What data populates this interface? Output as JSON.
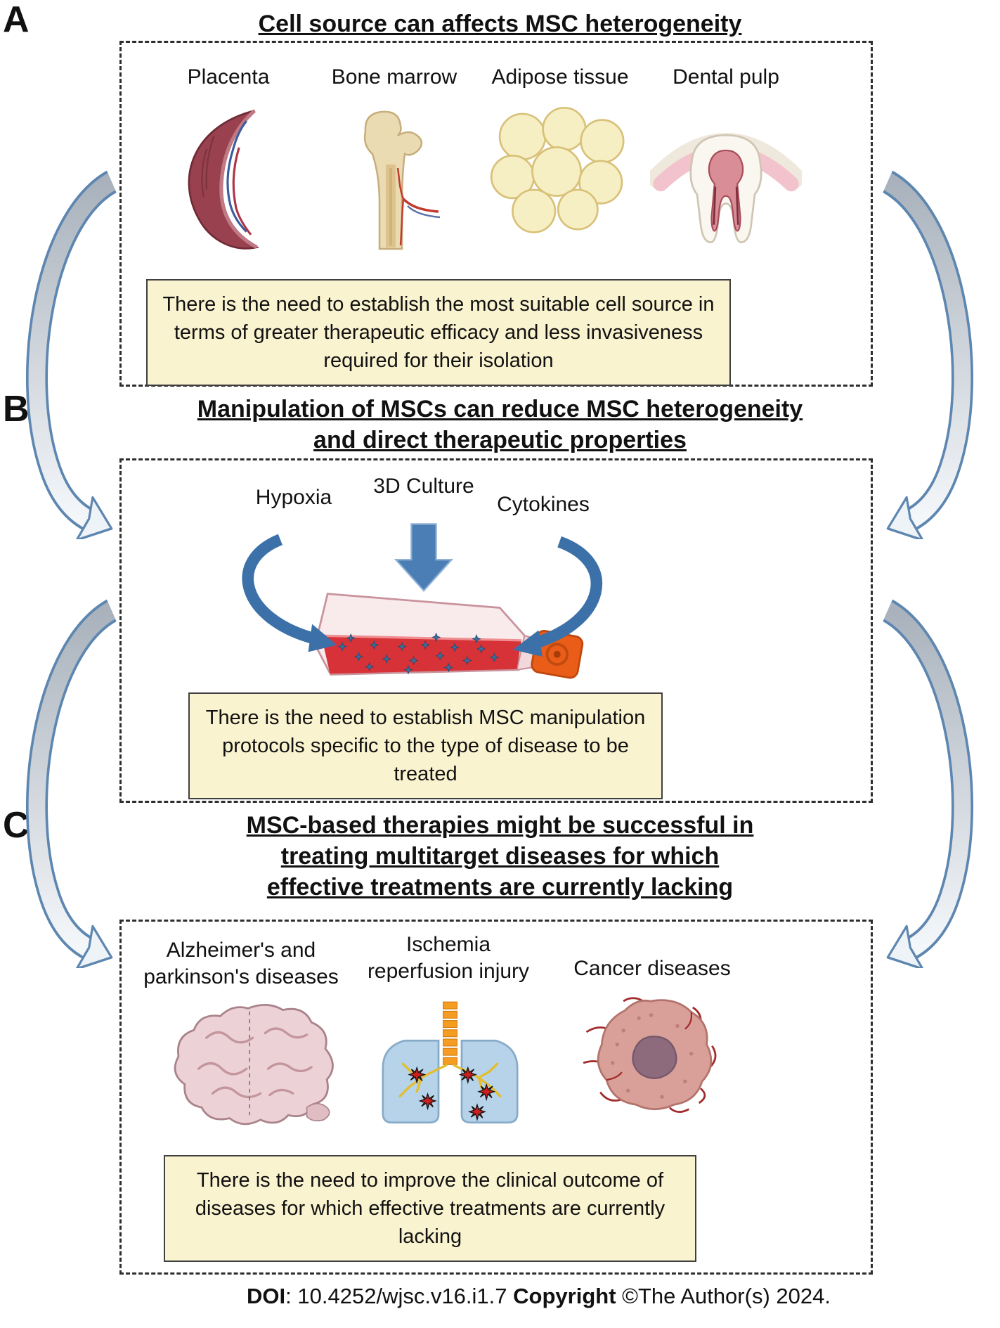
{
  "panels": {
    "a": {
      "letter": "A",
      "title_lines": [
        "Cell source can affects MSC heterogeneity"
      ],
      "sources": [
        "Placenta",
        "Bone marrow",
        "Adipose tissue",
        "Dental pulp"
      ],
      "note": "There is the need to establish the most suitable cell source in terms of greater therapeutic efficacy and less invasiveness required for their isolation"
    },
    "b": {
      "letter": "B",
      "title_lines": [
        "Manipulation of MSCs can reduce MSC heterogeneity",
        "and direct therapeutic properties"
      ],
      "factors": [
        "Hypoxia",
        "3D Culture",
        "Cytokines"
      ],
      "note": "There is the need to establish MSC manipulation protocols specific to the type of disease to be treated"
    },
    "c": {
      "letter": "C",
      "title_lines": [
        "MSC-based therapies might be successful in",
        "treating multitarget diseases for which",
        "effective treatments are currently lacking"
      ],
      "diseases": [
        {
          "lines": [
            "Alzheimer's and",
            "parkinson's diseases"
          ]
        },
        {
          "lines": [
            "Ischemia",
            "reperfusion injury"
          ]
        },
        {
          "lines": [
            "Cancer diseases"
          ]
        }
      ],
      "note": "There is the need to improve the clinical outcome of diseases for which effective treatments are currently lacking"
    }
  },
  "footer": {
    "parts": [
      "DOI",
      ": 10.4252/wjsc.v16.i1.7 ",
      "Copyright",
      " ©The Author(s) 2024."
    ]
  },
  "colors": {
    "note_bg": "#FAF3D0",
    "note_border": "#3F3F3F",
    "arrow_blue": "#4A7EB5",
    "media_red": "#D63238",
    "cap_orange": "#E95D18"
  },
  "icons": [
    "placenta-icon",
    "bone-marrow-icon",
    "adipose-tissue-icon",
    "dental-pulp-icon",
    "culture-flask-icon",
    "brain-icon",
    "lungs-icon",
    "tumor-icon",
    "flow-arrow-icon"
  ]
}
